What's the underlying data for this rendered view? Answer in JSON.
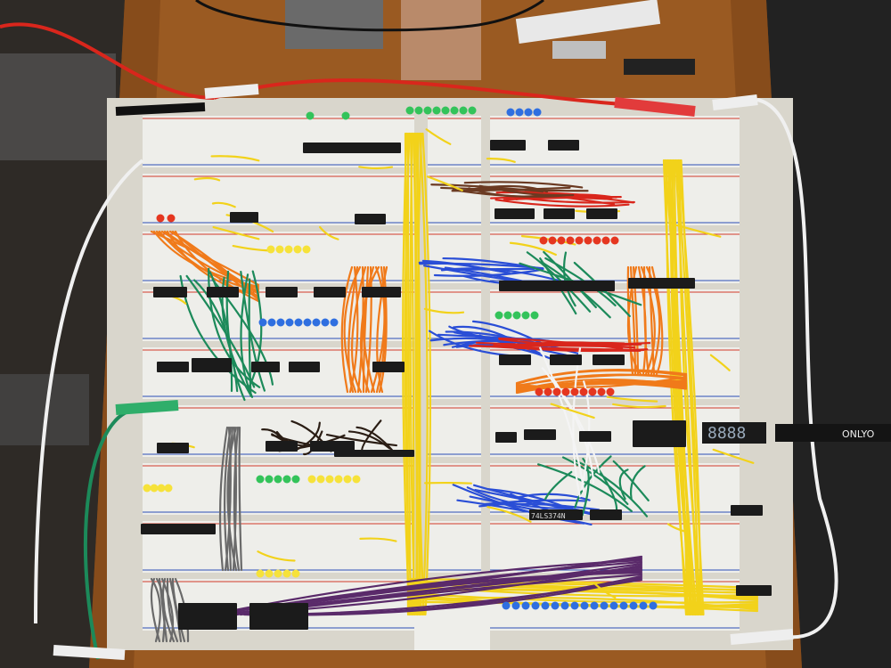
{
  "scene": {
    "pen_brand": "ONLYO",
    "chip_marking": "74LS374N",
    "display_digits": "8888"
  },
  "colors": {
    "wood": "#9a5a22",
    "wood_dark": "#6e3d14",
    "floor": "#2e2a26",
    "board": "#eeeeea",
    "rail_red": "#d23a2a",
    "rail_blue": "#2c4fb5",
    "wire_yellow": "#f2d21a",
    "wire_orange": "#f07a1a",
    "wire_red": "#d9261c",
    "wire_blue": "#2a4ed6",
    "wire_green": "#1c8a5a",
    "wire_purple": "#5a2a6a",
    "wire_gray": "#6a6a6a",
    "wire_white": "#f4f4f4",
    "chip": "#1b1b1b"
  }
}
